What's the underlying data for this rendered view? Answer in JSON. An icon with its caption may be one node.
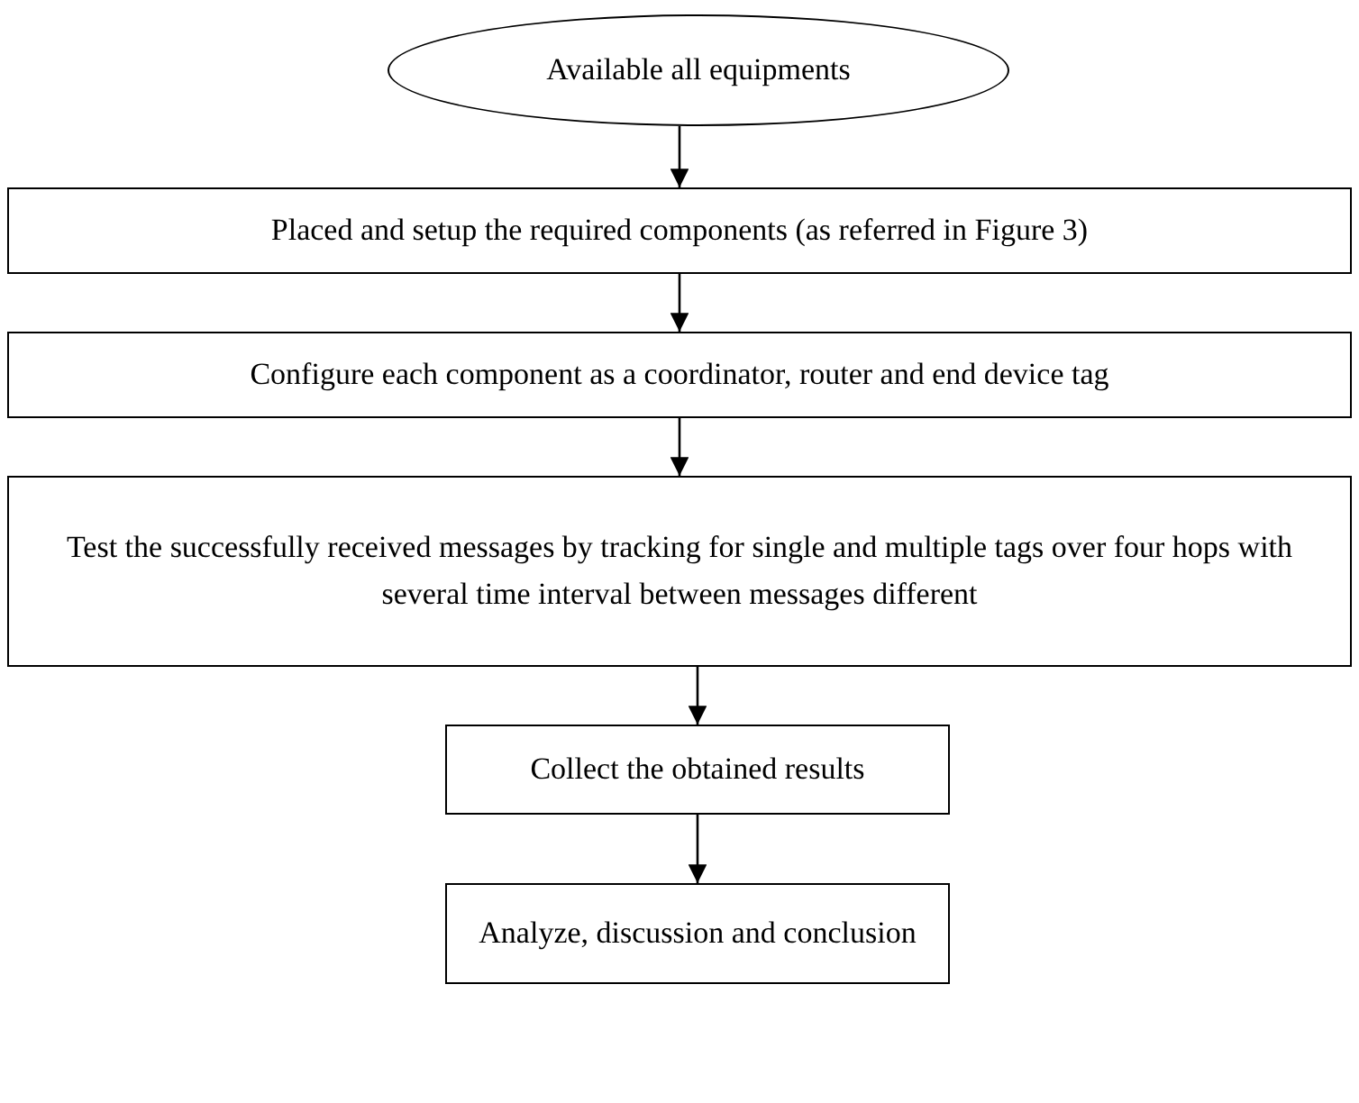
{
  "diagram": {
    "nodes": [
      {
        "text": [
          "Available all equipments"
        ]
      },
      {
        "text": [
          "Placed and setup the required components (as referred in Figure 3)"
        ]
      },
      {
        "text": [
          "Configure each component as a coordinator, router and end device tag"
        ]
      },
      {
        "text": [
          "Test the successfully received messages by tracking for single and multiple tags over four hops with several time interval between messages different"
        ]
      },
      {
        "text": [
          "Collect the obtained results"
        ]
      },
      {
        "text": [
          "Analyze, discussion and conclusion"
        ]
      }
    ],
    "edges": [
      {
        "from": 0,
        "to": 1,
        "arrow": "to"
      },
      {
        "from": 1,
        "to": 2,
        "arrow": "to"
      },
      {
        "from": 2,
        "to": 3,
        "arrow": "to"
      },
      {
        "from": 3,
        "to": 4,
        "arrow": "to"
      },
      {
        "from": 4,
        "to": 5,
        "arrow": "to"
      }
    ]
  }
}
